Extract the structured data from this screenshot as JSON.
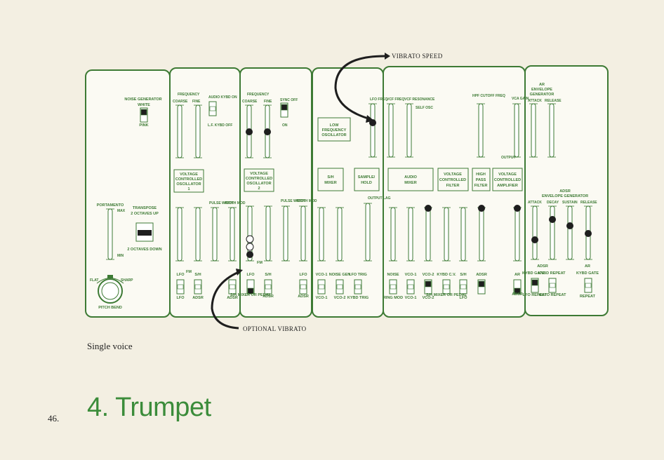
{
  "page": {
    "caption": "Single voice",
    "page_number": "46.",
    "title": "4. Trumpet"
  },
  "callouts": {
    "vibrato_speed": "VIBRATO SPEED",
    "optional_vibrato": "OPTIONAL VIBRATO"
  },
  "module1": {
    "noise_generator": "NOISE GENERATOR",
    "white": "WHITE",
    "pink": "PINK",
    "portamento": "PORTAMENTO",
    "max": "MAX",
    "min": "MIN",
    "transpose": "TRANSPOSE",
    "octaves_up": "2 OCTAVES UP",
    "octaves_down": "2 OCTAVES DOWN",
    "flat": "FLAT",
    "sharp": "SHARP",
    "pitch_bend": "PITCH BEND"
  },
  "vco1": {
    "frequency": "FREQUENCY",
    "coarse": "COARSE",
    "fine": "FINE",
    "audio_kybd": "AUDIO KYBD ON",
    "lf_kybd_off": "L.F. KYBD OFF",
    "title_line1": "VOLTAGE",
    "title_line2": "CONTROLLED",
    "title_line3": "OSCILLATOR",
    "title_line4": "1",
    "pulse_width": "PULSE WIDTH",
    "width_mod": "WIDTH MOD",
    "fm": "FM",
    "lfo": "LFO",
    "sh": "S/H",
    "adsr": "ADSR"
  },
  "vco2": {
    "frequency": "FREQUENCY",
    "coarse": "COARSE",
    "fine": "FINE",
    "sync_off": "SYNC OFF",
    "sync_on": "ON",
    "title_line1": "VOLTAGE",
    "title_line2": "CONTROLLED",
    "title_line3": "OSCILLATOR",
    "title_line4": "2",
    "pulse_width": "PULSE WIDTH",
    "width_mod": "WIDTH MOD",
    "fm": "FM",
    "lfo": "LFO",
    "sh": "S/H",
    "sh_mixer": "S/H MIXER OR PEDAL",
    "adsr": "ADSR"
  },
  "lfo_module": {
    "lfo_freq": "LFO FREQ",
    "low_line1": "LOW",
    "low_line2": "FREQUENCY",
    "low_line3": "OSCILLATOR",
    "sh_mixer_line1": "S/H",
    "sh_mixer_line2": "MIXER",
    "sample_line1": "SAMPLE/",
    "sample_line2": "HOLD",
    "output_lag": "OUTPUT LAG",
    "vco1": "VCO-1",
    "noise_gen": "NOISE GEN",
    "lfo_trig": "LFO TRIG",
    "vco2": "VCO-2",
    "kybd_trig": "KYBD TRIG"
  },
  "filter_module": {
    "vcf_freq": "VCF FREQ",
    "vcf_resonance": "VCF RESONANCE",
    "self_osc": "SELF OSC",
    "hpf_cutoff": "HPF CUTOFF FREQ",
    "vca_gain": "VCA GAIN",
    "output": "OUTPUT",
    "audio_mixer_line1": "AUDIO",
    "audio_mixer_line2": "MIXER",
    "vcf_line1": "VOLTAGE",
    "vcf_line2": "CONTROLLED",
    "vcf_line3": "FILTER",
    "hpf_line1": "HIGH",
    "hpf_line2": "PASS",
    "hpf_line3": "FILTER",
    "vca_line1": "VOLTAGE",
    "vca_line2": "CONTROLLED",
    "vca_line3": "AMPLIFIER",
    "noise": "NOISE",
    "ring_mod": "RING MOD",
    "vco1": "VCO-1",
    "vco2": "VCO-2",
    "kybd_cv": "KYBD C.V.",
    "sh_mixer": "S/H MIXER OR PEDAL",
    "sh": "S/H",
    "lfo": "LFO",
    "adsr": "ADSR",
    "ar": "AR"
  },
  "env_module": {
    "ar_line1": "AR",
    "ar_line2": "ENVELOPE",
    "ar_line3": "GENERATOR",
    "attack": "ATTACK",
    "release": "RELEASE",
    "adsr_title": "ADSR",
    "env_gen": "ENVELOPE GENERATOR",
    "decay": "DECAY",
    "sustain": "SUSTAIN",
    "kybd_gate": "KYBD GATE",
    "kybd_repeat": "KYBD REPEAT",
    "lfo_repeat": "LFO REPEAT",
    "auto_repeat": "AUTO REPEAT",
    "repeat": "REPEAT",
    "ar_label": "AR",
    "adsr_label": "ADSR"
  }
}
